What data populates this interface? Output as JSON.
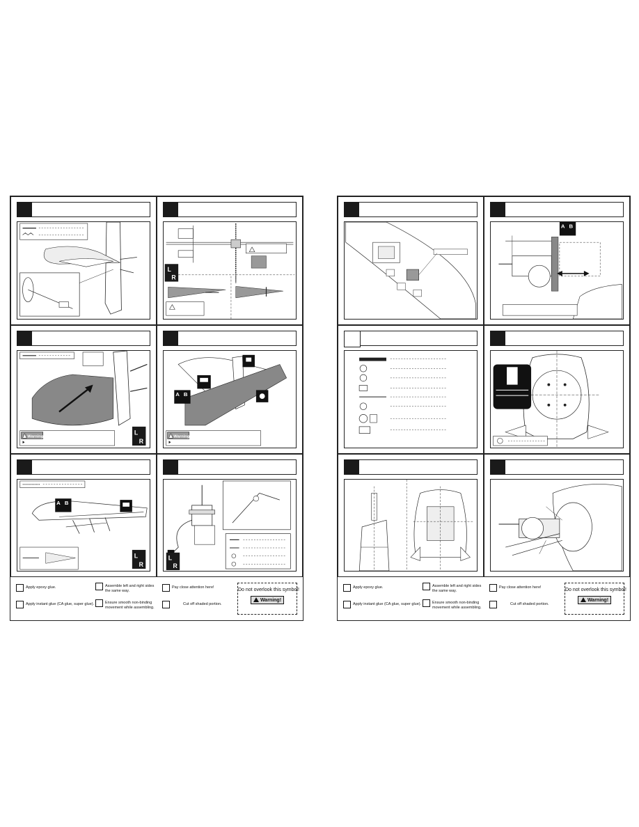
{
  "pages": [
    {
      "id": "left",
      "labels": {
        "lr_top": "L",
        "lr_bottom": "R",
        "warning_badge": "Warning!",
        "ab_a": "A",
        "ab_b": "B"
      },
      "legend": {
        "items": [
          {
            "icon": "epoxy-glue-icon",
            "text": "Apply epoxy glue."
          },
          {
            "icon": "instant-glue-icon",
            "text": "Apply instant glue (CA glue, super glue)."
          },
          {
            "icon": "left-right-icon",
            "text": "Assemble left and right sides the same way."
          },
          {
            "icon": "smooth-movement-icon",
            "text": "Ensure smooth non-binding movement while assembling."
          },
          {
            "icon": "attention-icon",
            "text": "Pay close attention here!"
          },
          {
            "icon": "cut-off-icon",
            "text": "Cut off shaded portion."
          }
        ],
        "overlook_text": "Do not overlook this symbol!",
        "overlook_badge": "Warning!"
      }
    },
    {
      "id": "right",
      "labels": {
        "ab_a": "A",
        "ab_b": "B"
      },
      "legend": {
        "items": [
          {
            "icon": "epoxy-glue-icon",
            "text": "Apply epoxy glue."
          },
          {
            "icon": "instant-glue-icon",
            "text": "Apply instant glue (CA glue, super glue)."
          },
          {
            "icon": "left-right-icon",
            "text": "Assemble left and right sides the same way."
          },
          {
            "icon": "smooth-movement-icon",
            "text": "Ensure smooth non-binding movement while assembling."
          },
          {
            "icon": "attention-icon",
            "text": "Pay close attention here!"
          },
          {
            "icon": "cut-off-icon",
            "text": "Cut off shaded portion."
          }
        ],
        "overlook_text": "Do not overlook this symbol!",
        "overlook_badge": "Warning!"
      }
    }
  ]
}
